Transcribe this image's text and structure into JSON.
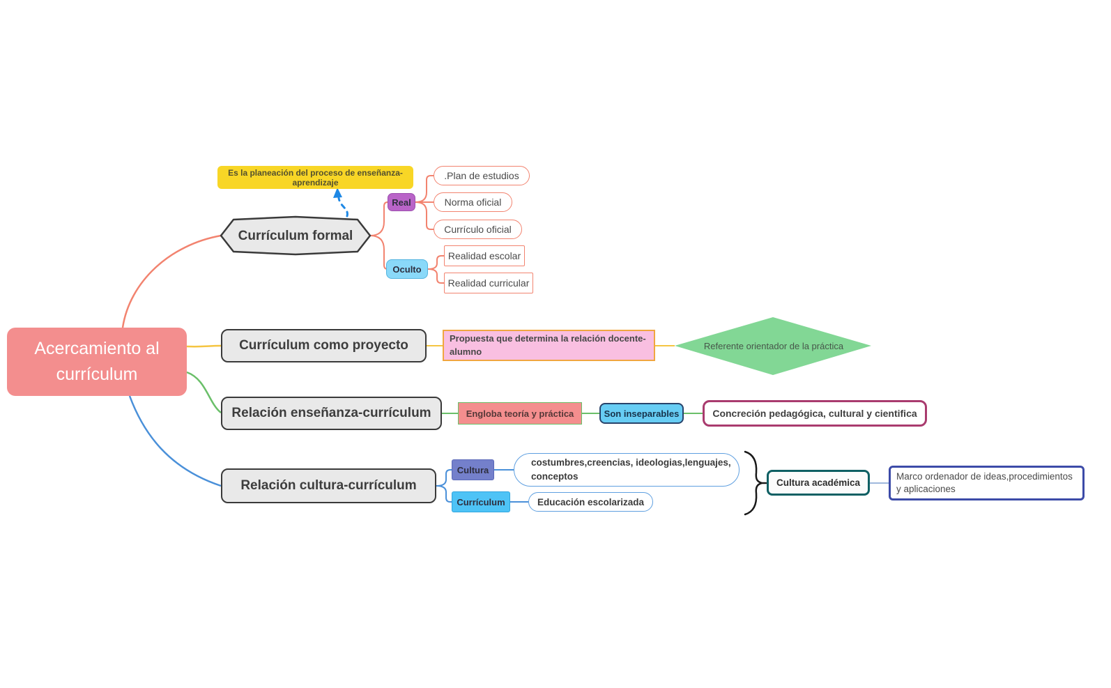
{
  "title": "Acercamiento al currículum",
  "root": {
    "label": "Acercamiento al currículum"
  },
  "formal": {
    "label": "Currículum formal",
    "note": "Es la planeación del proceso de enseñanza-aprendizaje",
    "real_label": "Real",
    "real_items": [
      ".Plan de estudios",
      "Norma oficial",
      "Currículo oficial"
    ],
    "oculto_label": "Oculto",
    "oculto_items": [
      "Realidad escolar",
      "Realidad curricular"
    ]
  },
  "proyecto": {
    "label": "Currículum como proyecto",
    "propuesta": "Propuesta que determina la relación docente-alumno",
    "referente": "Referente orientador de la práctica"
  },
  "ensenanza": {
    "label": "Relación enseñanza-currículum",
    "engloba": "Engloba teoría y práctica",
    "inseparables": "Son inseparables",
    "concrecion": "Concreción pedagógica, cultural y cientifica"
  },
  "cultura": {
    "label": "Relación cultura-currículum",
    "badge_cultura": "Cultura",
    "costumbres": "costumbres,creencias, ideologias,lenguajes, conceptos",
    "badge_curriculum": "Currículum",
    "educacion": "Educación escolarizada",
    "academica": "Cultura académica",
    "marco": "Marco ordenador de ideas,procedimientos y aplicaciones"
  },
  "colors": {
    "root_fill": "#f38e8e",
    "note_fill": "#f8d626",
    "branch_formal": "#f2836f",
    "branch_proyecto": "#f5c542",
    "branch_ensenanza": "#6abf69",
    "branch_cultura": "#4a90d9",
    "real_fill": "#b964c8",
    "oculto_fill": "#8ad9f9",
    "propuesta_fill": "#f9bfe1",
    "diamond_fill": "#82d795",
    "engloba_fill": "#f48e8e",
    "inseparables_fill": "#67cdf4",
    "concrecion_border": "#a93b6e",
    "cultura_badge_fill": "#7480cb",
    "curriculum_badge_fill": "#4ec3f6",
    "academica_border": "#0e5f63",
    "marco_border": "#3c4ba8",
    "arrow_blue": "#1e88e5"
  }
}
